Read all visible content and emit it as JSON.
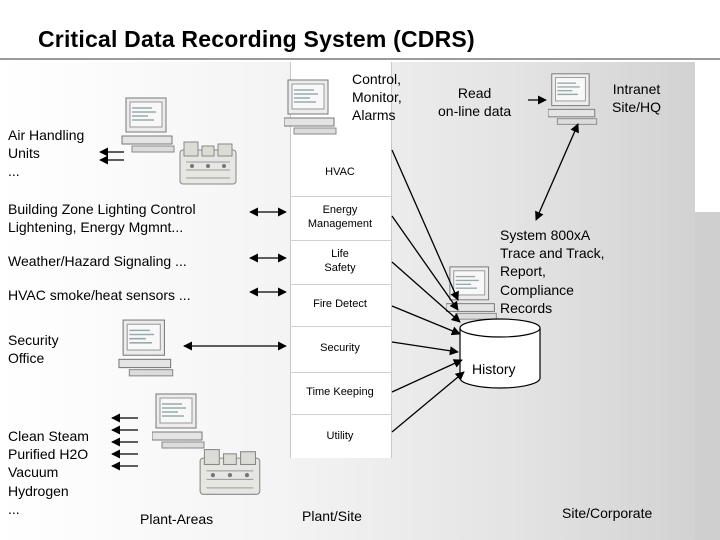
{
  "title": "Critical Data Recording System (CDRS)",
  "top_center_label": "Control,\nMonitor,\nAlarms",
  "read_label": "Read\non-line data",
  "intranet_label": "Intranet\nSite/HQ",
  "left_labels": {
    "air_handling": "Air Handling\nUnits\n...",
    "lighting": "Building Zone Lighting Control\nLightening, Energy Mgmnt...",
    "weather": "Weather/Hazard Signaling ...",
    "hvac_sensors": "HVAC smoke/heat sensors ...",
    "security_office": "Security\nOffice",
    "utilities": "Clean Steam\nPurified H2O\nVacuum\nHydrogen\n..."
  },
  "center_items": {
    "hvac": "HVAC",
    "energy": "Energy\nManagement",
    "life_safety": "Life\nSafety",
    "fire_detect": "Fire Detect",
    "security": "Security",
    "time_keeping": "Time Keeping",
    "utility": "Utility"
  },
  "system_label": "System 800xA\nTrace and Track,\nReport,\nCompliance\nRecords",
  "history_label": "History",
  "bottom_labels": {
    "plant_areas": "Plant-Areas",
    "plant_site": "Plant/Site",
    "site_corporate": "Site/Corporate"
  },
  "colors": {
    "line": "#000000",
    "panel": "#e6e6e6",
    "rule": "#9a9a9a"
  },
  "icons": [
    "workstation-icon",
    "controller-rack-icon",
    "database-cylinder-icon"
  ]
}
